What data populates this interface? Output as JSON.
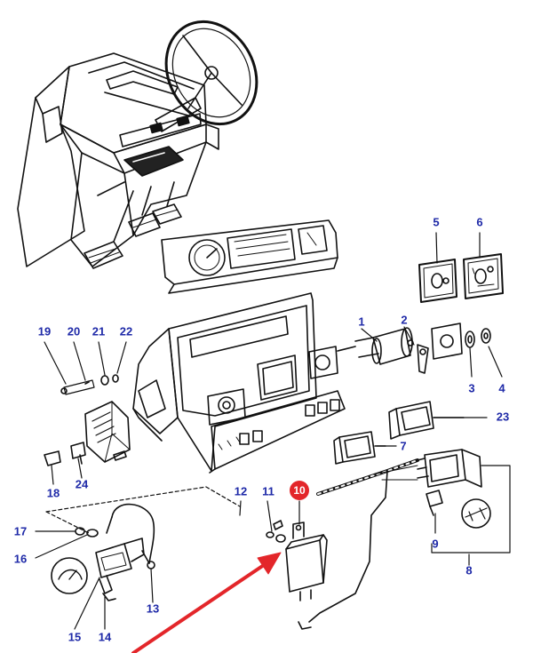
{
  "callouts": {
    "c1": "1",
    "c2": "2",
    "c3": "3",
    "c4": "4",
    "c5": "5",
    "c6": "6",
    "c7": "7",
    "c8": "8",
    "c9": "9",
    "c10": "10",
    "c11": "11",
    "c12": "12",
    "c13": "13",
    "c14": "14",
    "c15": "15",
    "c16": "16",
    "c17": "17",
    "c18": "18",
    "c19": "19",
    "c20": "20",
    "c21": "21",
    "c22": "22",
    "c23": "23",
    "c24": "24"
  },
  "colors": {
    "callout_text": "#1f2aa8",
    "highlight_badge": "#e3262a",
    "pointer_arrow": "#e3262a",
    "line_art": "#111111"
  },
  "highlighted_part": "10",
  "icons": [
    "steering-wheel",
    "dashboard",
    "instrument-cluster",
    "relay",
    "switch",
    "gauge",
    "bulb"
  ]
}
